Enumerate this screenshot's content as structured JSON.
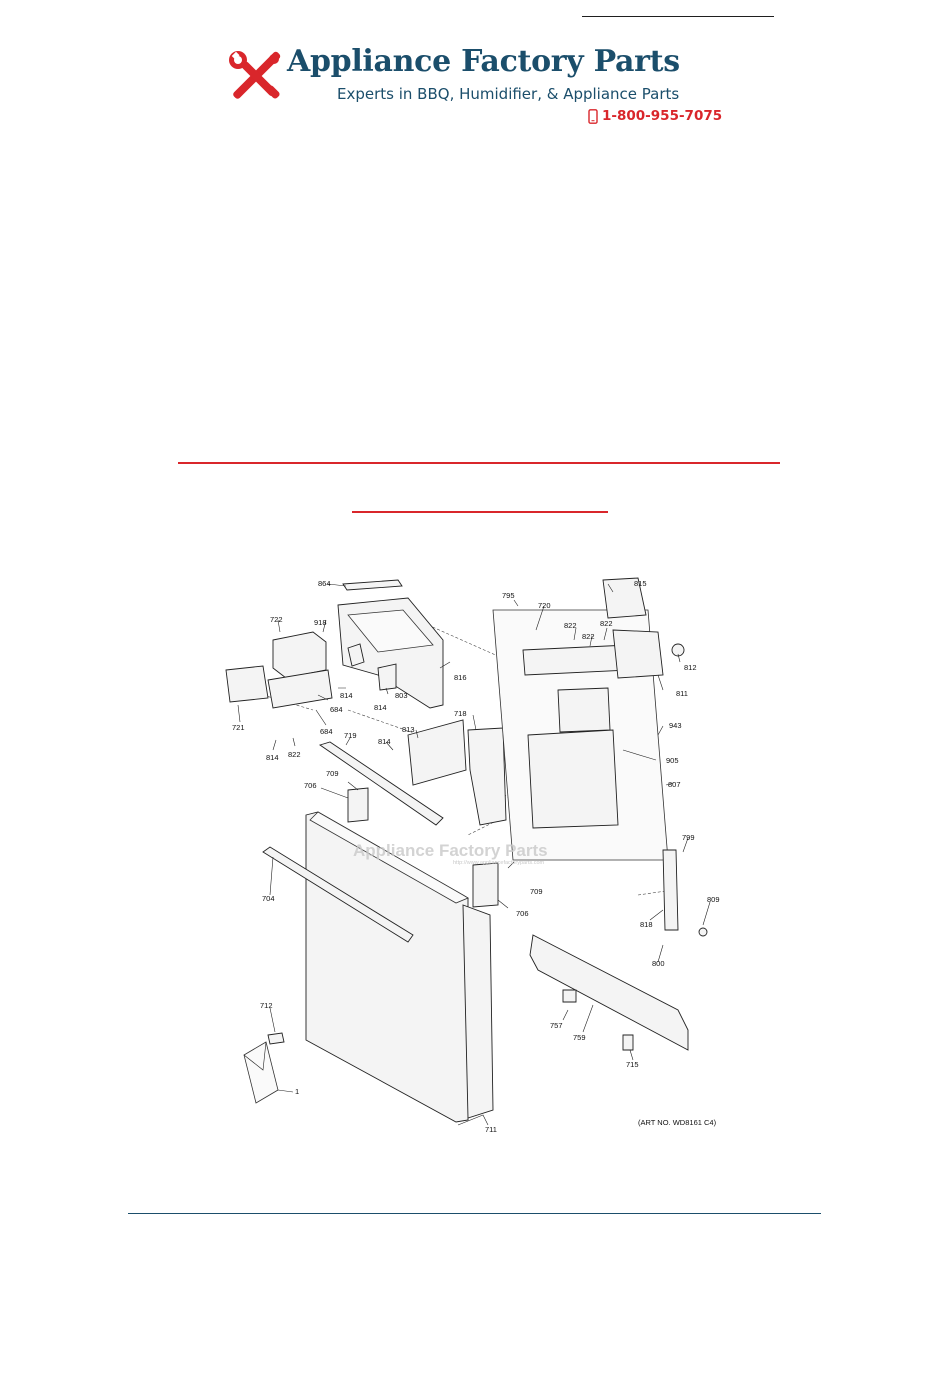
{
  "header": {
    "brand_name": "Appliance Factory Parts",
    "tagline": "Experts in BBQ, Humidifier, & Appliance Parts",
    "phone": "1-800-955-7075"
  },
  "colors": {
    "brand_blue": "#1b4e6b",
    "accent_red": "#d9262b"
  },
  "diagram": {
    "watermark": "Appliance Factory Parts",
    "watermark_url": "http://www.appliancefactoryparts.com",
    "art_no": "(ART NO. WD8161 C4)",
    "callouts": [
      "864",
      "815",
      "795",
      "720",
      "822",
      "822",
      "822",
      "918",
      "722",
      "812",
      "811",
      "816",
      "814",
      "803",
      "814",
      "721",
      "684",
      "684",
      "718",
      "813",
      "943",
      "814",
      "822",
      "814",
      "719",
      "905",
      "807",
      "709",
      "706",
      "799",
      "709",
      "704",
      "706",
      "809",
      "818",
      "800",
      "712",
      "757",
      "759",
      "715",
      "1",
      "711"
    ]
  }
}
